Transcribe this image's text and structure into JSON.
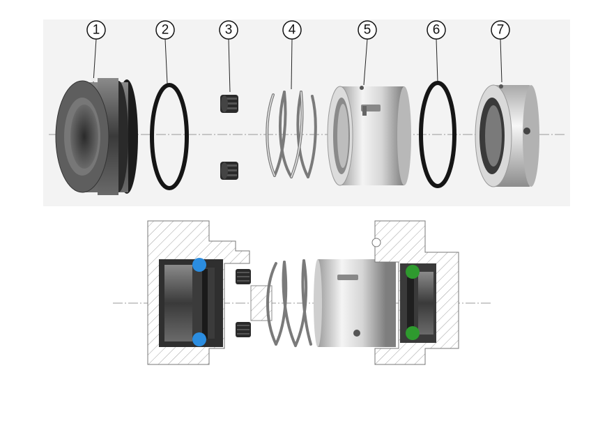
{
  "callouts": [
    {
      "label": "1"
    },
    {
      "label": "2"
    },
    {
      "label": "3"
    },
    {
      "label": "4"
    },
    {
      "label": "5"
    },
    {
      "label": "6"
    },
    {
      "label": "7"
    }
  ],
  "colors": {
    "background": "#ffffff",
    "upper_panel": "#f2f2f2",
    "dark_metal": "#4a4a4a",
    "oring": "#1a1a1a",
    "steel": "#c9c9c9",
    "seal_blue": "#2b8de0",
    "seal_green": "#2e9a2e",
    "hatch": "#9a9a9a"
  },
  "icons": [
    "callout-circle",
    "centerline"
  ]
}
